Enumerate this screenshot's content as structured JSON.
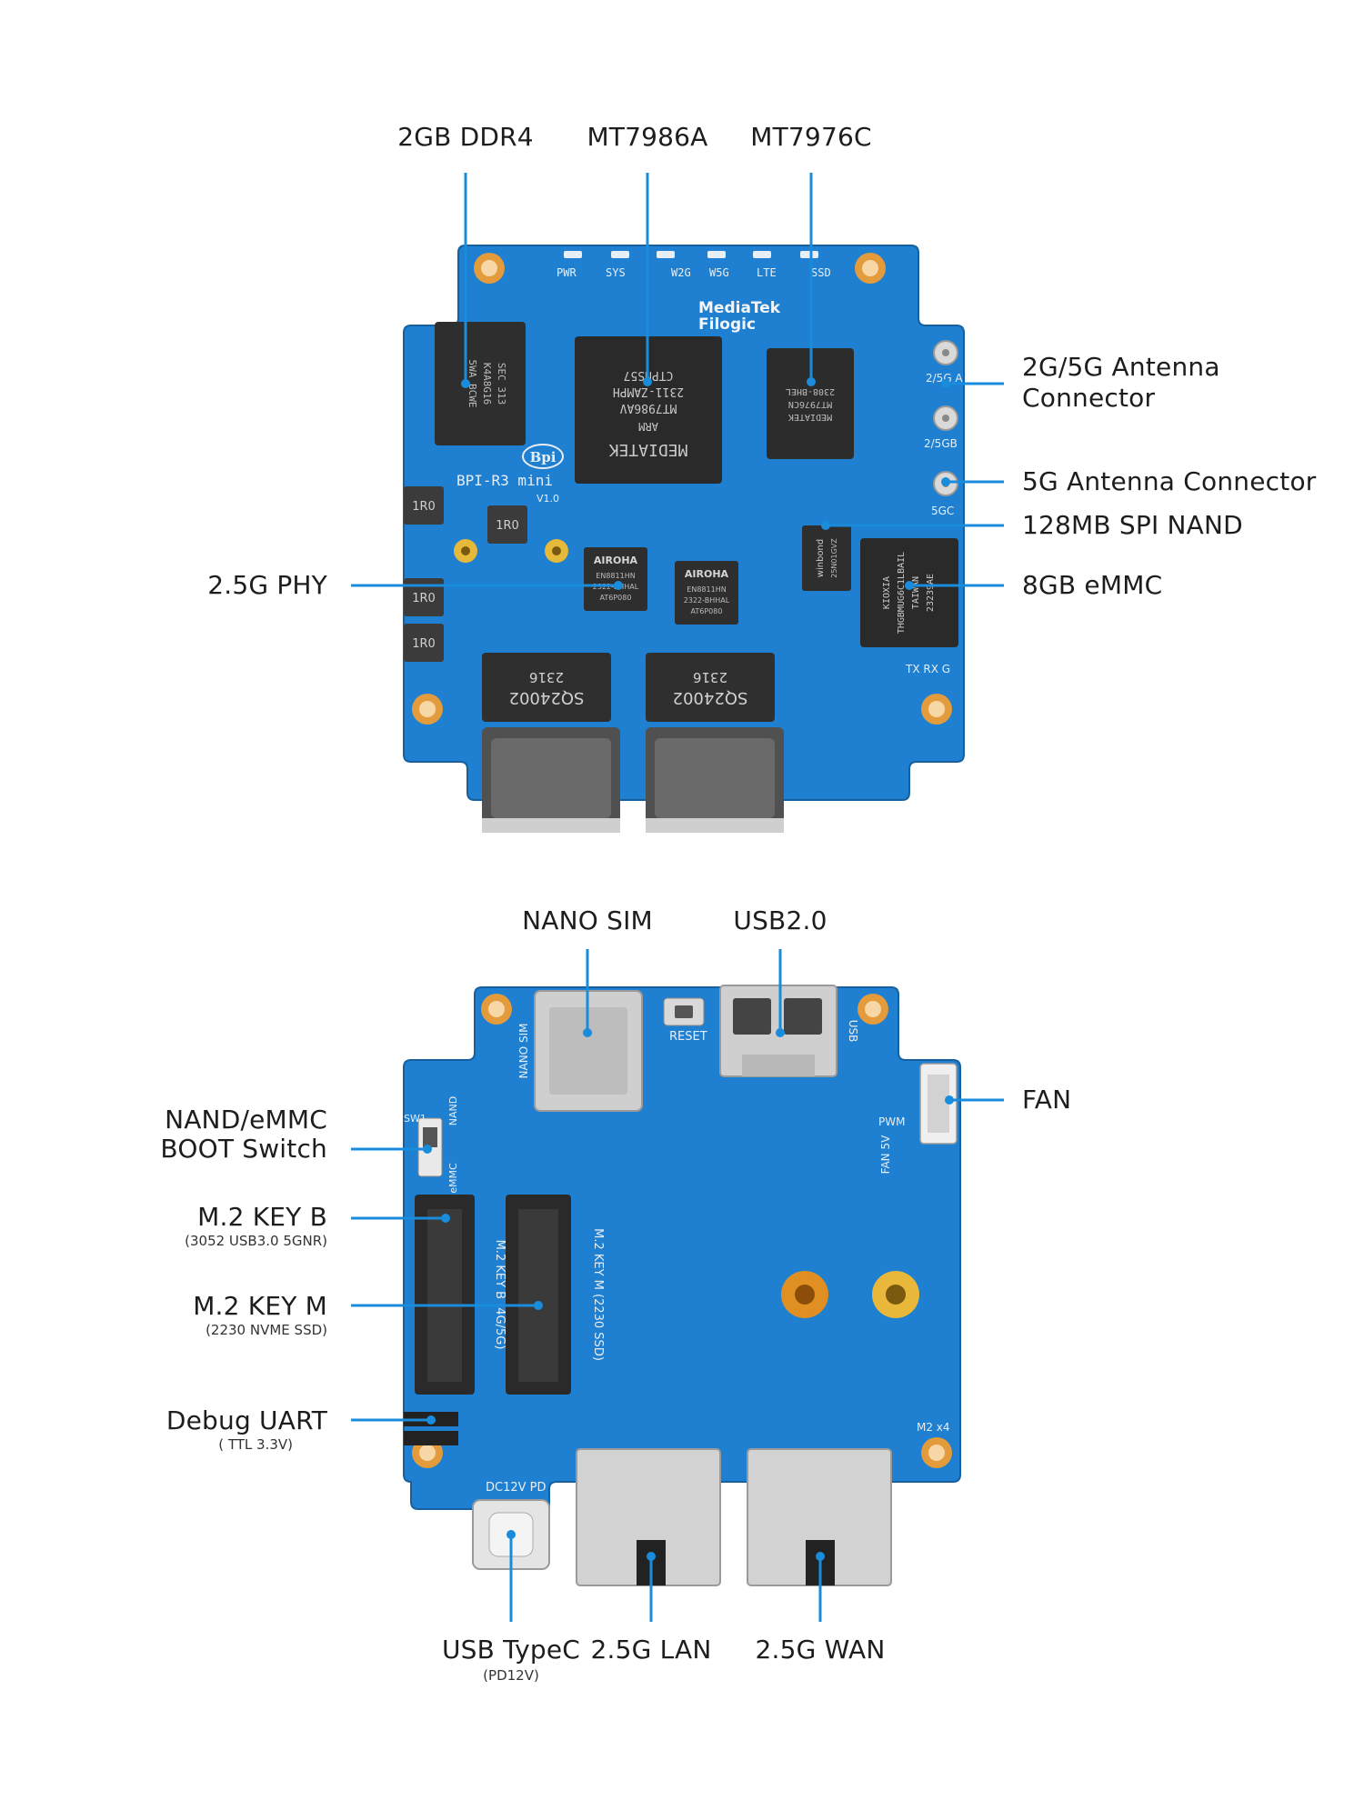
{
  "colors": {
    "pcb": "#1f7fd0",
    "pcb_dark": "#1466b0",
    "leader": "#1a8cdc",
    "chip": "#2b2b2b",
    "pad_gold": "#e49b3c",
    "metal": "#d9d9d9"
  },
  "top_board": {
    "silk": {
      "leds": [
        "PWR",
        "SYS",
        "W2G",
        "W5G",
        "LTE",
        "SSD"
      ],
      "brand": "MediaTek",
      "brand2": "Filogic",
      "board_name": "BPI-R3 mini",
      "version": "V1.0",
      "bpi_logo": "Bpi",
      "ant_2g5g_a": "2/5G A",
      "ant_2g5g_b": "2/5GB",
      "ant_5g": "5GC",
      "uart_pins": "TX RX G",
      "inductor": "1R0",
      "magnetics_part": "SQ24002",
      "magnetics_date": "2316",
      "soc_marking": [
        "MEDIATEK",
        "ARM",
        "MT7986AV",
        "2311-ZAMPH",
        "CTPNS57"
      ],
      "phy_marking": [
        "AIROHA",
        "EN8811HN",
        "2322-BHHAL",
        "AT6P080"
      ],
      "nand_marking": [
        "winbond",
        "25N01GVZ"
      ],
      "emmc_marking": [
        "KIOXIA",
        "THGBMUG6C1LBAIL",
        "TAIWAN",
        "23239AE"
      ],
      "ddr_marking": [
        "SEC 313",
        "K4A8G16",
        "5WA BCWE"
      ],
      "wifi_marking": [
        "MEDIATEK",
        "MT7976CN",
        "2308-BHEL"
      ]
    },
    "labels": {
      "ddr": "2GB DDR4",
      "soc": "MT7986A",
      "wifi": "MT7976C",
      "ant_25g": "2G/5G Antenna\nConnector",
      "ant_5g": "5G Antenna Connector",
      "nand": "128MB SPI NAND",
      "emmc": "8GB eMMC",
      "phy": "2.5G PHY"
    }
  },
  "bottom_board": {
    "silk": {
      "sim": "NANO SIM",
      "reset": "RESET",
      "usb": "USB",
      "nand": "NAND",
      "emmc": "eMMC",
      "sw": "SW1",
      "m2b": "M.2 KEY B (4G/5G)",
      "m2m": "M.2 KEY M (2230 SSD)",
      "dc": "DC12V PD",
      "fan": "FAN 5V",
      "pwm": "PWM",
      "m2_text": "M2 x4"
    },
    "labels": {
      "sim": "NANO SIM",
      "usb2": "USB2.0",
      "fan": "FAN",
      "boot": "NAND/eMMC\nBOOT Switch",
      "m2b": "M.2 KEY B",
      "m2b_sub": "(3052 USB3.0 5GNR)",
      "m2m": "M.2 KEY M",
      "m2m_sub": "(2230 NVME SSD)",
      "uart": "Debug UART",
      "uart_sub": "( TTL 3.3V)",
      "typec": "USB TypeC",
      "typec_sub": "(PD12V)",
      "lan": "2.5G LAN",
      "wan": "2.5G WAN"
    }
  }
}
